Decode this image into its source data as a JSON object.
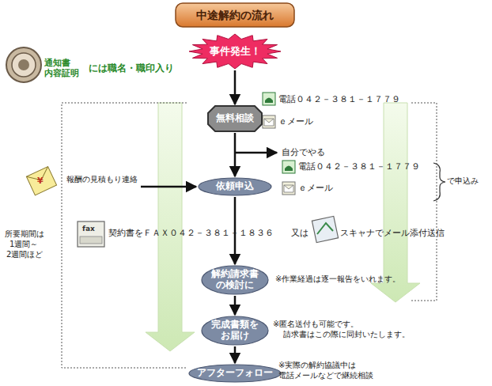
{
  "diagram": {
    "title": "中途解約の流れ",
    "nodes": [
      {
        "text": [
          "事件発生！"
        ]
      },
      {
        "text": [
          "無料相談"
        ]
      },
      {
        "text": [
          "依頼申込"
        ]
      },
      {
        "text": [
          "解約請求書 の検討に"
        ]
      },
      {
        "text": [
          "完成書類を お届け"
        ]
      },
      {
        "text": [
          "アフターフォロー"
        ]
      }
    ],
    "edges": [
      {
        "from": 0,
        "to": 1,
        "arrow": "to"
      },
      {
        "from": 1,
        "to": 2,
        "arrow": "to"
      },
      {
        "from": 2,
        "to": 3,
        "arrow": "to"
      },
      {
        "from": 3,
        "to": 4,
        "arrow": "to"
      },
      {
        "from": 4,
        "to": 5,
        "arrow": "to"
      }
    ],
    "labels": [
      "通知書",
      "内容証明",
      "には職名・職印入り",
      "電話０４２－３８１－１７７９",
      "ｅメール",
      "自分でやる",
      "電話０４２－３８１－１７７９",
      "ｅメール",
      "で申込み",
      "¥",
      "報酬の見積もり連絡",
      "所要期間は",
      "1週間～",
      "2週間ほど",
      "fax",
      "契約書をＦＡＸ０４２－３８１－１８３６",
      "又は",
      "スキャナでメール添付送信",
      "※作業経過は逐一報告をいれます。",
      "※匿名送付も可能です。",
      "請求書はこの際に同封いたします。",
      "※実際の解約協議中は",
      "電話メールなどで継続相談"
    ]
  }
}
